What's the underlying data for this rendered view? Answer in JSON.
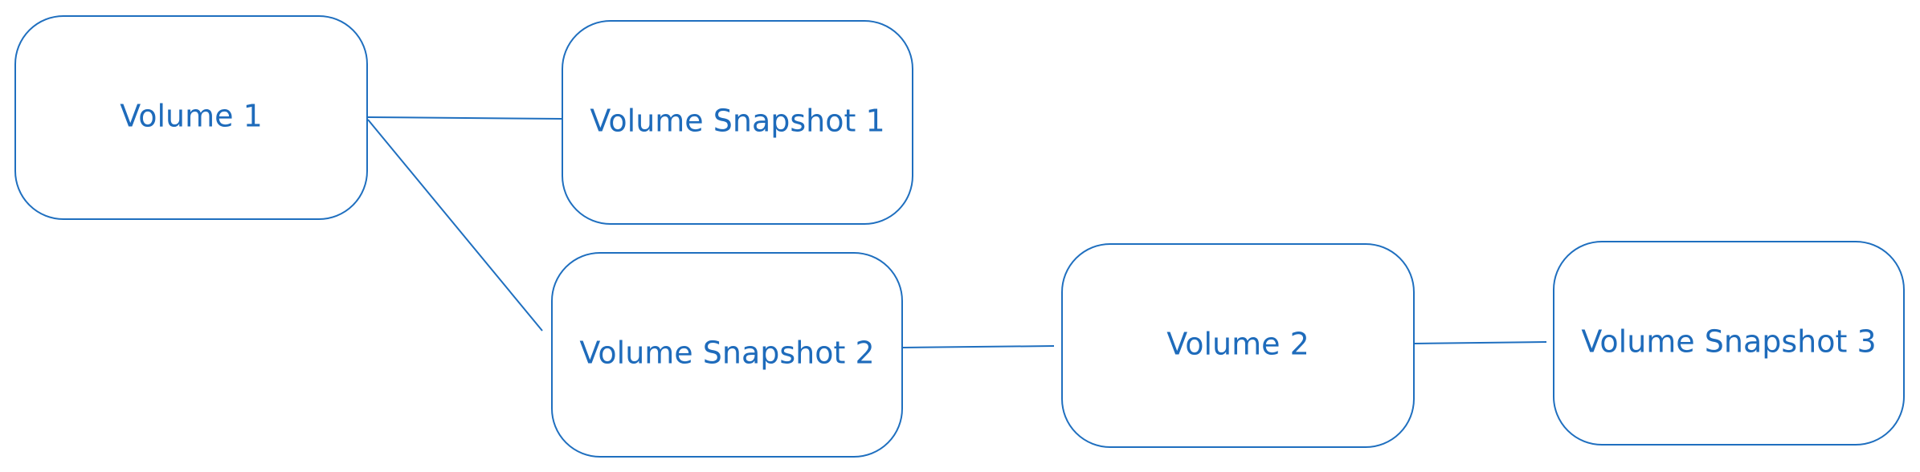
{
  "diagram": {
    "colors": {
      "stroke": "#1f6fbf",
      "text": "#1e6bbb",
      "background": "#ffffff"
    },
    "nodes": [
      {
        "id": "volume-1",
        "label": "Volume 1"
      },
      {
        "id": "volume-snapshot-1",
        "label": "Volume Snapshot 1"
      },
      {
        "id": "volume-snapshot-2",
        "label": "Volume Snapshot 2"
      },
      {
        "id": "volume-2",
        "label": "Volume 2"
      },
      {
        "id": "volume-snapshot-3",
        "label": "Volume Snapshot 3"
      }
    ],
    "edges": [
      {
        "from": "volume-1",
        "to": "volume-snapshot-1"
      },
      {
        "from": "volume-1",
        "to": "volume-snapshot-2"
      },
      {
        "from": "volume-snapshot-2",
        "to": "volume-2"
      },
      {
        "from": "volume-2",
        "to": "volume-snapshot-3"
      }
    ]
  }
}
